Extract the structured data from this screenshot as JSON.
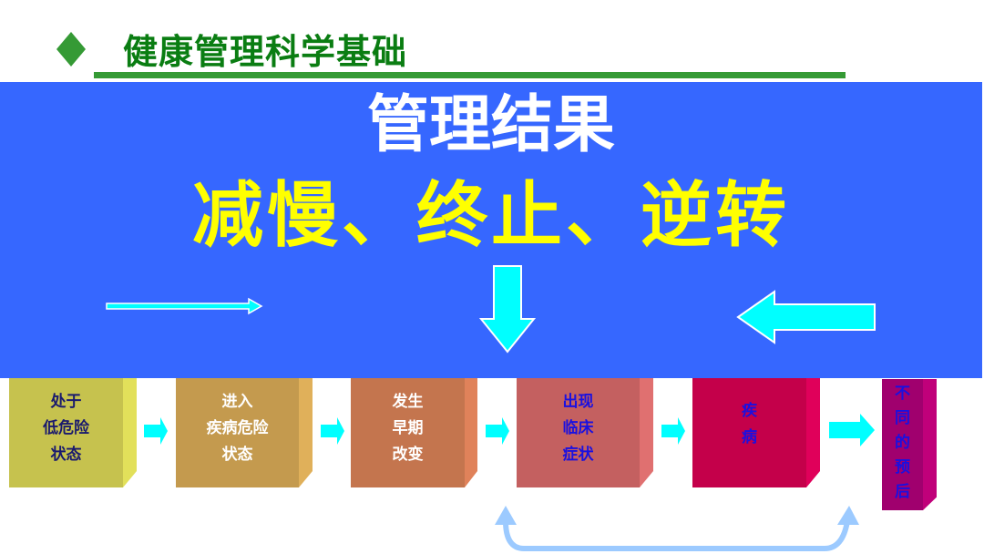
{
  "header": {
    "title": "健康管理科学基础"
  },
  "banner": {
    "line1": "管理结果",
    "line2": "减慢、终止、逆转"
  },
  "flow": [
    {
      "lines": [
        "处于",
        "低危险",
        "状态"
      ]
    },
    {
      "lines": [
        "进入",
        "疾病危险",
        "状态"
      ]
    },
    {
      "lines": [
        "发生",
        "早期",
        "改变"
      ]
    },
    {
      "lines": [
        "出现",
        "临床",
        "症状"
      ]
    },
    {
      "lines": [
        "疾",
        "病"
      ]
    },
    {
      "lines": [
        "不",
        "同",
        "的",
        "预",
        "后"
      ]
    }
  ],
  "colors": {
    "banner": "#3667ff",
    "title": "#0a7d12",
    "arrow": "#00ffff"
  }
}
